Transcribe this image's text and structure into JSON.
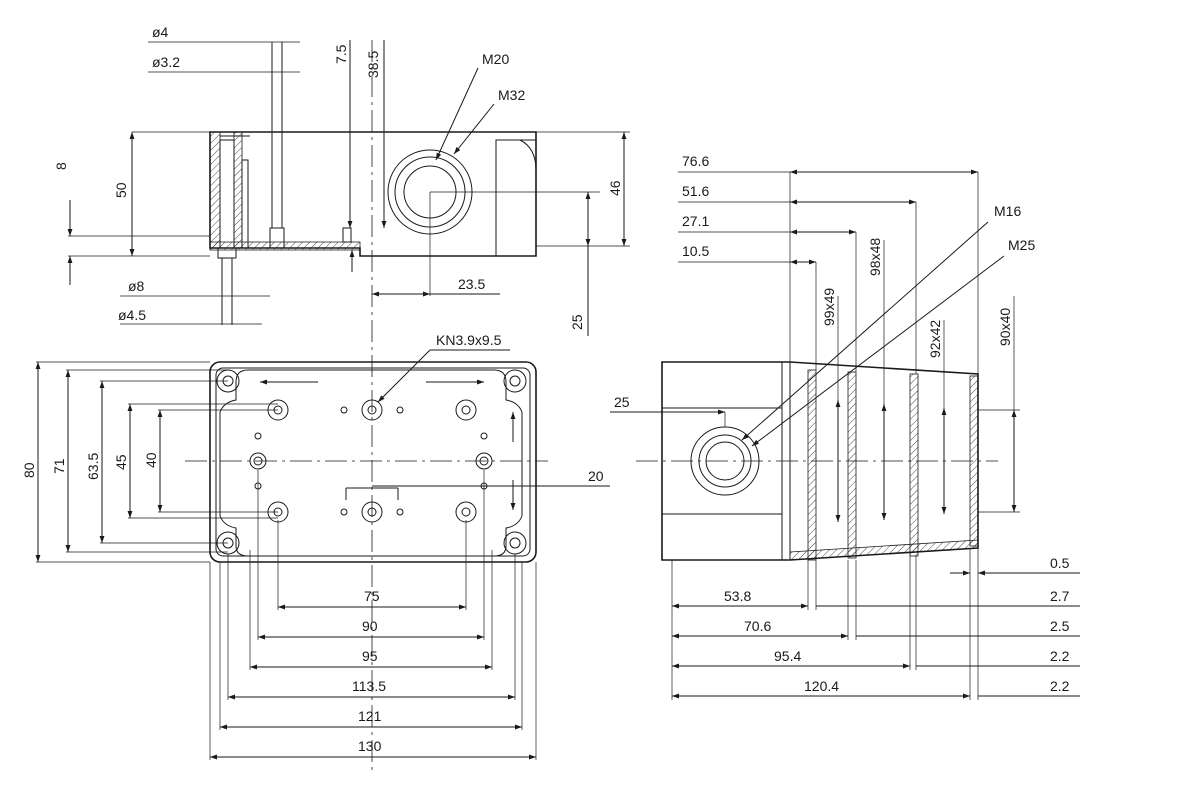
{
  "top_view": {
    "d_phi4": "ø4",
    "d_phi3_2": "ø3.2",
    "d_7_5": "7.5",
    "d_38_5": "38.5",
    "d_m20": "M20",
    "d_m32": "M32",
    "d_8": "8",
    "d_50": "50",
    "d_46": "46",
    "d_23_5": "23.5",
    "d_phi8": "ø8",
    "d_phi4_5": "ø4.5",
    "d_25": "25"
  },
  "front_view": {
    "d_kn": "KN3.9x9.5",
    "d_80": "80",
    "d_71": "71",
    "d_63_5": "63.5",
    "d_45": "45",
    "d_40": "40",
    "d_20": "20",
    "d_75": "75",
    "d_90": "90",
    "d_95": "95",
    "d_113_5": "113.5",
    "d_121": "121",
    "d_130": "130"
  },
  "side_view": {
    "d_76_6": "76.6",
    "d_51_6": "51.6",
    "d_27_1": "27.1",
    "d_10_5": "10.5",
    "d_m16": "M16",
    "d_m25": "M25",
    "d_98x48": "98x48",
    "d_99x49": "99x49",
    "d_92x42": "92x42",
    "d_90x40": "90x40",
    "d_25": "25",
    "d_0_5": "0.5",
    "d_2_7": "2.7",
    "d_2_5": "2.5",
    "d_2_2a": "2.2",
    "d_2_2b": "2.2",
    "d_53_8": "53.8",
    "d_70_6": "70.6",
    "d_95_4": "95.4",
    "d_120_4": "120.4"
  }
}
